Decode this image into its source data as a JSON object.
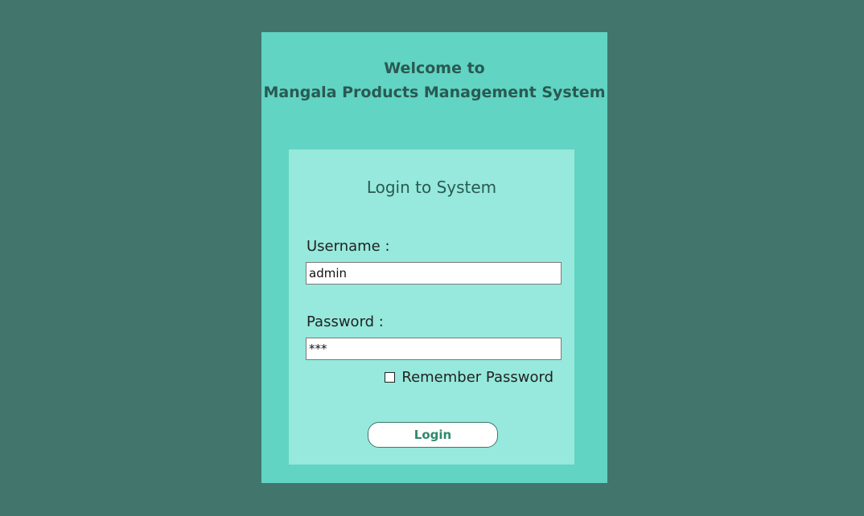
{
  "header": {
    "line1": "Welcome to",
    "line2": "Mangala Products Management System"
  },
  "login_form": {
    "title": "Login to System",
    "username_label": "Username :",
    "username_value": "admin",
    "password_label": "Password :",
    "password_value": "***",
    "remember_label": "Remember Password",
    "remember_checked": false,
    "login_button_label": "Login"
  },
  "colors": {
    "background": "#42756c",
    "outer_panel": "#61d4c3",
    "inner_panel": "#96e9dc",
    "heading_text": "#2a5952",
    "button_text": "#2f8a6a"
  }
}
